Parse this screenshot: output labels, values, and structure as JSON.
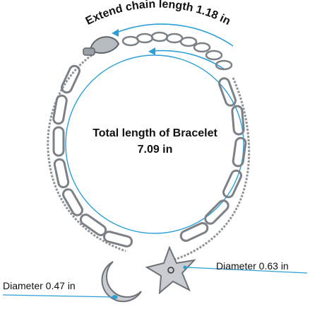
{
  "colors": {
    "accent": "#2b9fd6",
    "metal": "#9aa0a6",
    "metal_dark": "#5f656b",
    "text": "#111111"
  },
  "extend_label": "Extend chain length 1.18 in",
  "total": {
    "title": "Total length of Bracelet",
    "value": "7.09 in"
  },
  "charms": {
    "moon_label": "Diameter 0.47 in",
    "star_label": "Diameter 0.63 in"
  },
  "icons": [
    "extend-arrow-icon",
    "inner-arrow-icon",
    "moon-charm-icon",
    "star-charm-icon",
    "clasp-icon"
  ]
}
